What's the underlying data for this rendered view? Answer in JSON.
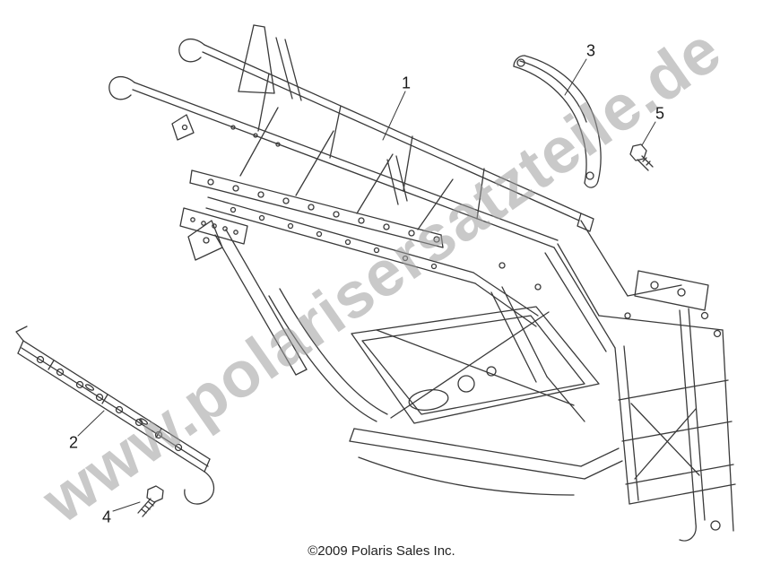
{
  "canvas": {
    "background": "#ffffff"
  },
  "watermark": {
    "text": "www.polarisersatzteile.de",
    "color": "#9e9e9e"
  },
  "footer": {
    "copyright": "©2009 Polaris Sales Inc."
  },
  "drawing": {
    "line_color": "#3a3a3a"
  },
  "callouts": [
    {
      "label": "1"
    },
    {
      "label": "2"
    },
    {
      "label": "3"
    },
    {
      "label": "4"
    },
    {
      "label": "5"
    }
  ]
}
